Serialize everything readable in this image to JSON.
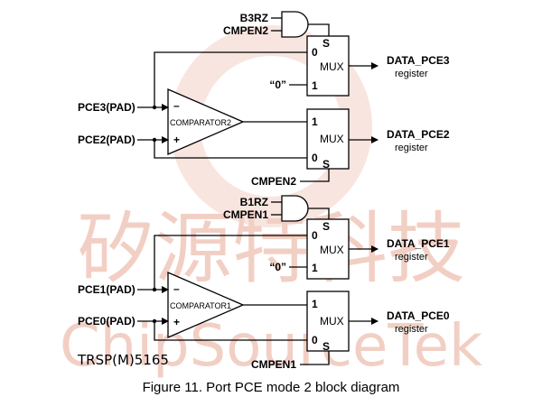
{
  "watermark": {
    "chinese": "矽源特科技",
    "latin": "ChipSourceTek",
    "color": "#f2cfc4"
  },
  "upper": {
    "and_inputs": [
      "B3RZ",
      "CMPEN2"
    ],
    "comparator": "COMPARATOR2",
    "pads": [
      "PCE3(PAD)",
      "PCE2(PAD)"
    ],
    "top_mux": {
      "label": "MUX",
      "select": "S",
      "in0": "0",
      "in1": "1",
      "const": "“0”",
      "out_name": "DATA_PCE3",
      "out_sub": "register"
    },
    "bottom_mux": {
      "label": "MUX",
      "select": "S",
      "in0": "0",
      "in1": "1",
      "out_name": "DATA_PCE2",
      "out_sub": "register",
      "select_signal": "CMPEN2"
    }
  },
  "lower": {
    "and_inputs": [
      "B1RZ",
      "CMPEN1"
    ],
    "comparator": "COMPARATOR1",
    "pads": [
      "PCE1(PAD)",
      "PCE0(PAD)"
    ],
    "top_mux": {
      "label": "MUX",
      "select": "S",
      "in0": "0",
      "in1": "1",
      "const": "“0”",
      "out_name": "DATA_PCE1",
      "out_sub": "register"
    },
    "bottom_mux": {
      "label": "MUX",
      "select": "S",
      "in0": "0",
      "in1": "1",
      "out_name": "DATA_PCE0",
      "out_sub": "register",
      "select_signal": "CMPEN1"
    }
  },
  "signs": {
    "minus": "–",
    "plus": "+"
  },
  "model": "TRSP(M)5165",
  "caption": "Figure 11. Port PCE mode 2 block diagram"
}
